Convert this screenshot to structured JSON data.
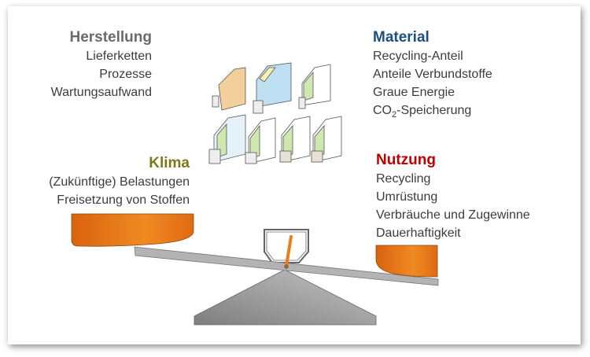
{
  "herstellung": {
    "title": "Herstellung",
    "items": [
      "Lieferketten",
      "Prozesse",
      "Wartungsaufwand"
    ],
    "color": "#6b6b6b"
  },
  "material": {
    "title": "Material",
    "items": [
      "Recycling-Anteil",
      "Anteile Verbundstoffe",
      "Graue Energie"
    ],
    "co2_prefix": "CO",
    "co2_sub": "2",
    "co2_suffix": "-Speicherung",
    "color": "#1f4e79"
  },
  "klima": {
    "title": "Klima",
    "items": [
      "(Zukünftige) Belastungen",
      "Freisetzung von Stoffen"
    ],
    "color": "#7a7a1a"
  },
  "nutzung": {
    "title": "Nutzung",
    "items": [
      "Recycling",
      "Umrüstung",
      "Verbräuche und Zugewinne",
      "Dauerhaftigkeit"
    ],
    "color": "#c00000"
  },
  "colors": {
    "pan": "#e8701a",
    "beam": "#b4b2b4",
    "base": "#9a9a9a"
  }
}
